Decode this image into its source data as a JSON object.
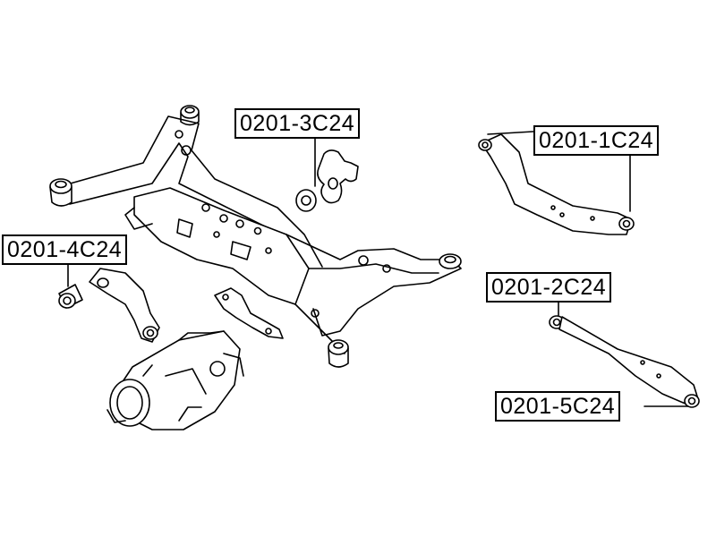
{
  "callouts": {
    "part_3c24": "0201-3C24",
    "part_1c24": "0201-1C24",
    "part_4c24": "0201-4C24",
    "part_2c24": "0201-2C24",
    "part_5c24": "0201-5C24"
  },
  "colors": {
    "line": "#000000",
    "fill": "#ffffff"
  }
}
